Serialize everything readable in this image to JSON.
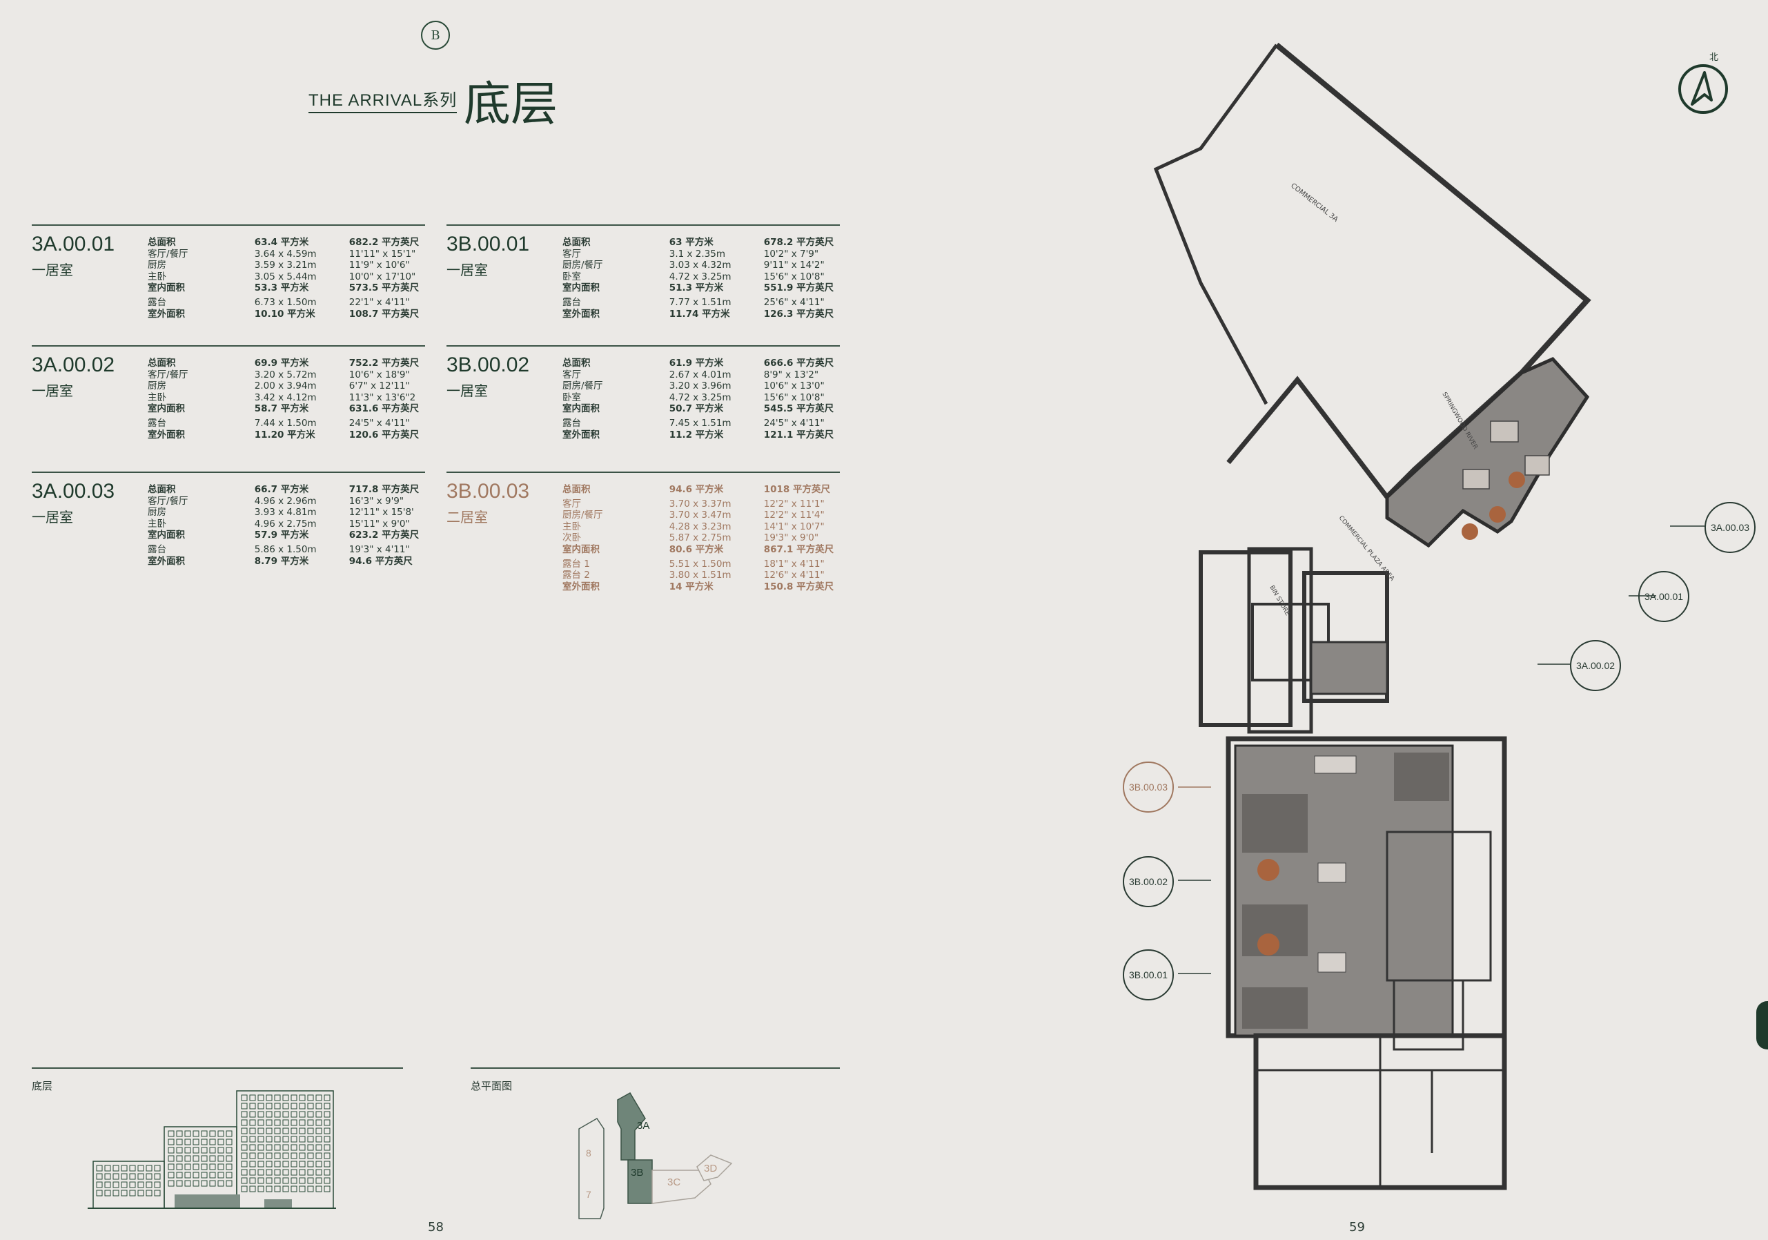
{
  "header": {
    "series": "THE ARRIVAL系列",
    "floor_title": "底层",
    "logo_mark": "B"
  },
  "units": [
    {
      "code": "3A.00.01",
      "type": "一居室",
      "rows": [
        {
          "label": "总面积",
          "metric": "63.4 平方米",
          "imperial": "682.2 平方英尺",
          "bold": true
        },
        {
          "label": "客厅/餐厅",
          "metric": "3.64 x 4.59m",
          "imperial": "11'11\" x 15'1\""
        },
        {
          "label": "厨房",
          "metric": "3.59 x 3.21m",
          "imperial": "11'9\" x 10'6\""
        },
        {
          "label": "主卧",
          "metric": "3.05 x 5.44m",
          "imperial": "10'0\" x 17'10\""
        },
        {
          "label": "室内面积",
          "metric": "53.3 平方米",
          "imperial": "573.5 平方英尺",
          "bold": true
        },
        {
          "label": "露台",
          "metric": "6.73 x 1.50m",
          "imperial": "22'1\" x 4'11\"",
          "gap": true
        },
        {
          "label": "室外面积",
          "metric": "10.10 平方米",
          "imperial": "108.7 平方英尺",
          "bold": true
        }
      ]
    },
    {
      "code": "3B.00.01",
      "type": "一居室",
      "rows": [
        {
          "label": "总面积",
          "metric": "63 平方米",
          "imperial": "678.2 平方英尺",
          "bold": true
        },
        {
          "label": "客厅",
          "metric": "3.1 x 2.35m",
          "imperial": "10'2\" x 7'9\""
        },
        {
          "label": "厨房/餐厅",
          "metric": "3.03 x 4.32m",
          "imperial": "9'11\" x 14'2\""
        },
        {
          "label": "卧室",
          "metric": "4.72 x 3.25m",
          "imperial": "15'6\" x 10'8\""
        },
        {
          "label": "室内面积",
          "metric": "51.3 平方米",
          "imperial": "551.9 平方英尺",
          "bold": true
        },
        {
          "label": "露台",
          "metric": "7.77 x 1.51m",
          "imperial": "25'6\" x 4'11\"",
          "gap": true
        },
        {
          "label": "室外面积",
          "metric": "11.74 平方米",
          "imperial": "126.3 平方英尺",
          "bold": true
        }
      ]
    },
    {
      "code": "3A.00.02",
      "type": "一居室",
      "rows": [
        {
          "label": "总面积",
          "metric": "69.9 平方米",
          "imperial": "752.2 平方英尺",
          "bold": true
        },
        {
          "label": "客厅/餐厅",
          "metric": "3.20 x 5.72m",
          "imperial": "10'6\" x 18'9\""
        },
        {
          "label": "厨房",
          "metric": "2.00 x 3.94m",
          "imperial": "6'7\" x 12'11\""
        },
        {
          "label": "主卧",
          "metric": "3.42 x 4.12m",
          "imperial": "11'3\" x 13'6\"2"
        },
        {
          "label": "室内面积",
          "metric": "58.7 平方米",
          "imperial": "631.6 平方英尺",
          "bold": true
        },
        {
          "label": "露台",
          "metric": "7.44 x 1.50m",
          "imperial": "24'5\" x 4'11\"",
          "gap": true
        },
        {
          "label": "室外面积",
          "metric": "11.20 平方米",
          "imperial": "120.6 平方英尺",
          "bold": true
        }
      ]
    },
    {
      "code": "3B.00.02",
      "type": "一居室",
      "rows": [
        {
          "label": "总面积",
          "metric": "61.9 平方米",
          "imperial": "666.6 平方英尺",
          "bold": true
        },
        {
          "label": "客厅",
          "metric": "2.67 x 4.01m",
          "imperial": "8'9\" x 13'2\""
        },
        {
          "label": "厨房/餐厅",
          "metric": "3.20 x 3.96m",
          "imperial": "10'6\" x 13'0\""
        },
        {
          "label": "卧室",
          "metric": "4.72 x 3.25m",
          "imperial": "15'6\" x 10'8\""
        },
        {
          "label": "室内面积",
          "metric": "50.7 平方米",
          "imperial": "545.5 平方英尺",
          "bold": true
        },
        {
          "label": "露台",
          "metric": "7.45 x 1.51m",
          "imperial": "24'5\" x 4'11\"",
          "gap": true
        },
        {
          "label": "室外面积",
          "metric": "11.2 平方米",
          "imperial": "121.1 平方英尺",
          "bold": true
        }
      ]
    },
    {
      "code": "3A.00.03",
      "type": "一居室",
      "rows": [
        {
          "label": "总面积",
          "metric": "66.7 平方米",
          "imperial": "717.8 平方英尺",
          "bold": true
        },
        {
          "label": "客厅/餐厅",
          "metric": "4.96 x 2.96m",
          "imperial": "16'3\" x 9'9\""
        },
        {
          "label": "厨房",
          "metric": "3.93 x 4.81m",
          "imperial": "12'11\" x 15'8'"
        },
        {
          "label": "主卧",
          "metric": "4.96 x 2.75m",
          "imperial": "15'11\" x 9'0\""
        },
        {
          "label": "室内面积",
          "metric": "57.9 平方米",
          "imperial": "623.2 平方英尺",
          "bold": true
        },
        {
          "label": "露台",
          "metric": "5.86 x 1.50m",
          "imperial": "19'3\" x 4'11\"",
          "gap": true
        },
        {
          "label": "室外面积",
          "metric": "8.79 平方米",
          "imperial": "94.6 平方英尺",
          "bold": true
        }
      ]
    },
    {
      "code": "3B.00.03",
      "type": "二居室",
      "accent": true,
      "rows": [
        {
          "label": "总面积",
          "metric": "94.6 平方米",
          "imperial": "1018 平方英尺",
          "bold": true
        },
        {
          "label": "客厅",
          "metric": "3.70 x 3.37m",
          "imperial": "12'2\" x 11'1\"",
          "gap": true
        },
        {
          "label": "厨房/餐厅",
          "metric": "3.70 x 3.47m",
          "imperial": "12'2\" x 11'4\""
        },
        {
          "label": "主卧",
          "metric": "4.28 x 3.23m",
          "imperial": "14'1\" x 10'7\""
        },
        {
          "label": "次卧",
          "metric": "5.87 x 2.75m",
          "imperial": "19'3\" x 9'0\""
        },
        {
          "label": "室内面积",
          "metric": "80.6 平方米",
          "imperial": "867.1 平方英尺",
          "bold": true
        },
        {
          "label": "露台 1",
          "metric": "5.51 x 1.50m",
          "imperial": "18'1\" x 4'11\"",
          "gap": true
        },
        {
          "label": "露台 2",
          "metric": "3.80 x 1.51m",
          "imperial": "12'6\" x 4'11\""
        },
        {
          "label": "室外面积",
          "metric": "14 平方米",
          "imperial": "150.8 平方英尺",
          "bold": true
        }
      ]
    }
  ],
  "footer": {
    "elevation_label": "底层",
    "siteplan_label": "总平面图",
    "page_left": "58",
    "page_right": "59",
    "blocks": {
      "b8": "8",
      "b7": "7",
      "b3a": "3A",
      "b3b": "3B",
      "b3c": "3C",
      "b3d": "3D"
    }
  },
  "floorplan": {
    "north": "北",
    "labels": {
      "commercial": "COMMERCIAL 3A",
      "springwood": "SPRINGWOOD RIVER",
      "plaza": "COMMERCIAL PLAZA AREA",
      "bin": "BIN STORE"
    },
    "callouts": [
      "3A.00.03",
      "3A.00.01",
      "3A.00.02",
      "3B.00.03",
      "3B.00.02",
      "3B.00.01"
    ]
  },
  "colors": {
    "ink": "#1f3a2c",
    "accent": "#a07860",
    "paper": "#ebe9e6",
    "wall": "#333333",
    "floor_fill": "#8a8784"
  }
}
